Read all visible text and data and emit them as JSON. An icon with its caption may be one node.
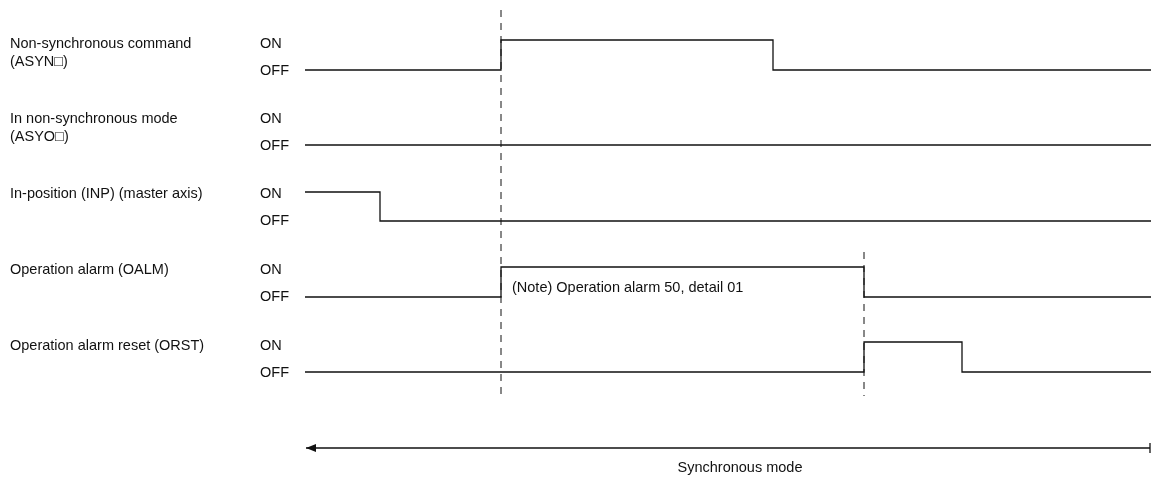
{
  "diagram": {
    "labels": [
      "Non-synchronous command (ASYN□)",
      "ON",
      "OFF",
      "In non-synchronous mode  (ASYO□)",
      "ON",
      "OFF",
      "In-position (INP) (master axis)",
      "ON",
      "OFF",
      "Operation alarm (OALM)",
      "ON",
      "OFF",
      "Operation alarm reset (ORST)",
      "ON",
      "OFF",
      "(Note) Operation alarm 50, detail 01",
      "Synchronous mode"
    ]
  }
}
